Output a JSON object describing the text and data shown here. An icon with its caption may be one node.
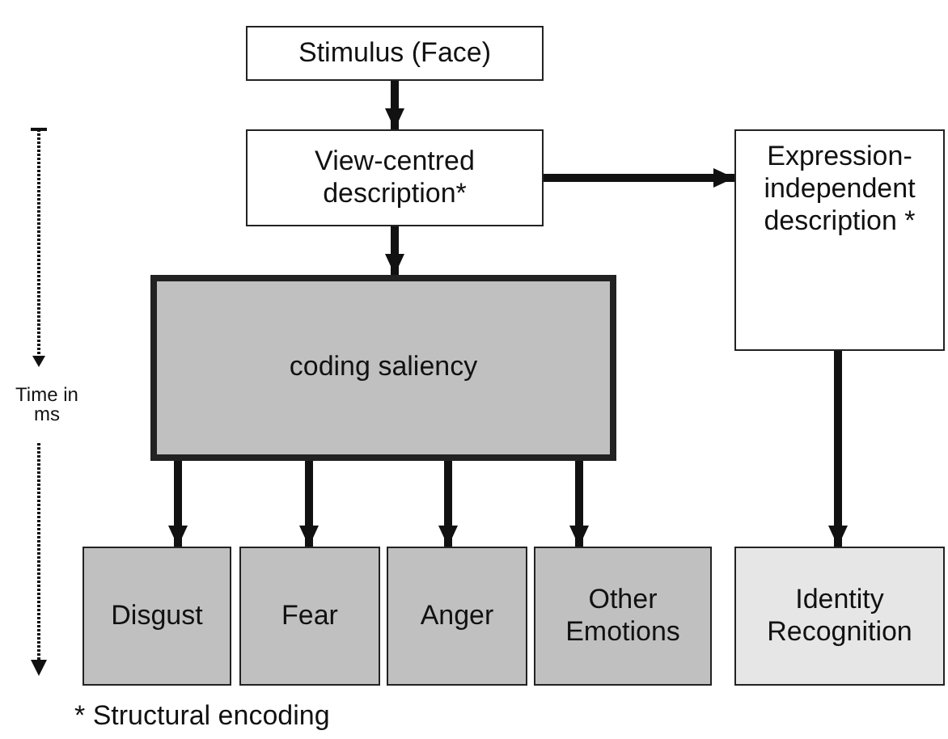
{
  "diagram": {
    "nodes": [
      {
        "text": [
          "Stimulus (Face)"
        ]
      },
      {
        "text": [
          "View-centred description*"
        ]
      },
      {
        "text": [
          "Expression-independent description *"
        ]
      },
      {
        "text": [
          "coding saliency"
        ]
      },
      {
        "text": [
          "Disgust"
        ]
      },
      {
        "text": [
          "Fear"
        ]
      },
      {
        "text": [
          "Anger"
        ]
      },
      {
        "text": [
          "Other Emotions"
        ]
      },
      {
        "text": [
          "Identity Recognition"
        ]
      }
    ],
    "edges": [
      {
        "from": 0,
        "to": 1,
        "arrow": "to"
      },
      {
        "from": 1,
        "to": 2,
        "arrow": "to"
      },
      {
        "from": 1,
        "to": 3,
        "arrow": "to"
      },
      {
        "from": 3,
        "to": 4,
        "arrow": "to"
      },
      {
        "from": 3,
        "to": 5,
        "arrow": "to"
      },
      {
        "from": 3,
        "to": 6,
        "arrow": "to"
      },
      {
        "from": 3,
        "to": 7,
        "arrow": "to"
      },
      {
        "from": 2,
        "to": 8,
        "arrow": "to"
      }
    ],
    "labels": [
      "Time in ms",
      "* Structural encoding"
    ]
  }
}
